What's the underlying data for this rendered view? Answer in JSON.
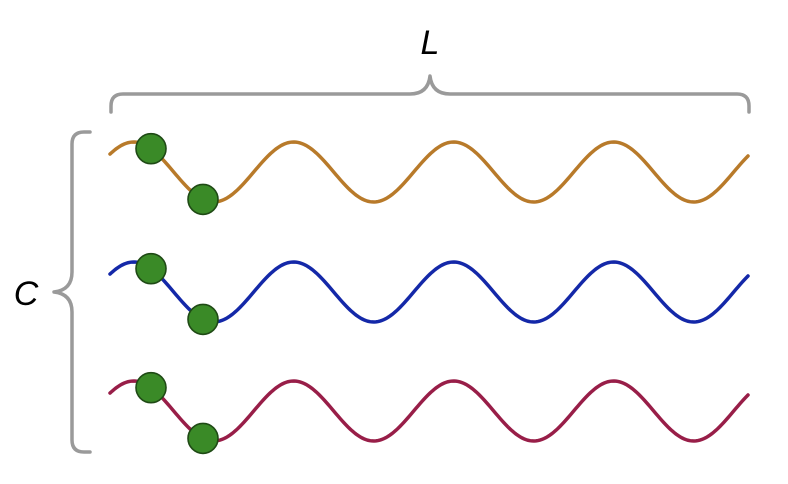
{
  "labels": {
    "length": "L",
    "count": "C"
  },
  "strands": [
    {
      "color": "#b87a2a",
      "beads": 2
    },
    {
      "color": "#1428a8",
      "beads": 2
    },
    {
      "color": "#981e48",
      "beads": 2
    }
  ],
  "bead_color": "#3a8a27",
  "brace_color": "#9a9a9a"
}
